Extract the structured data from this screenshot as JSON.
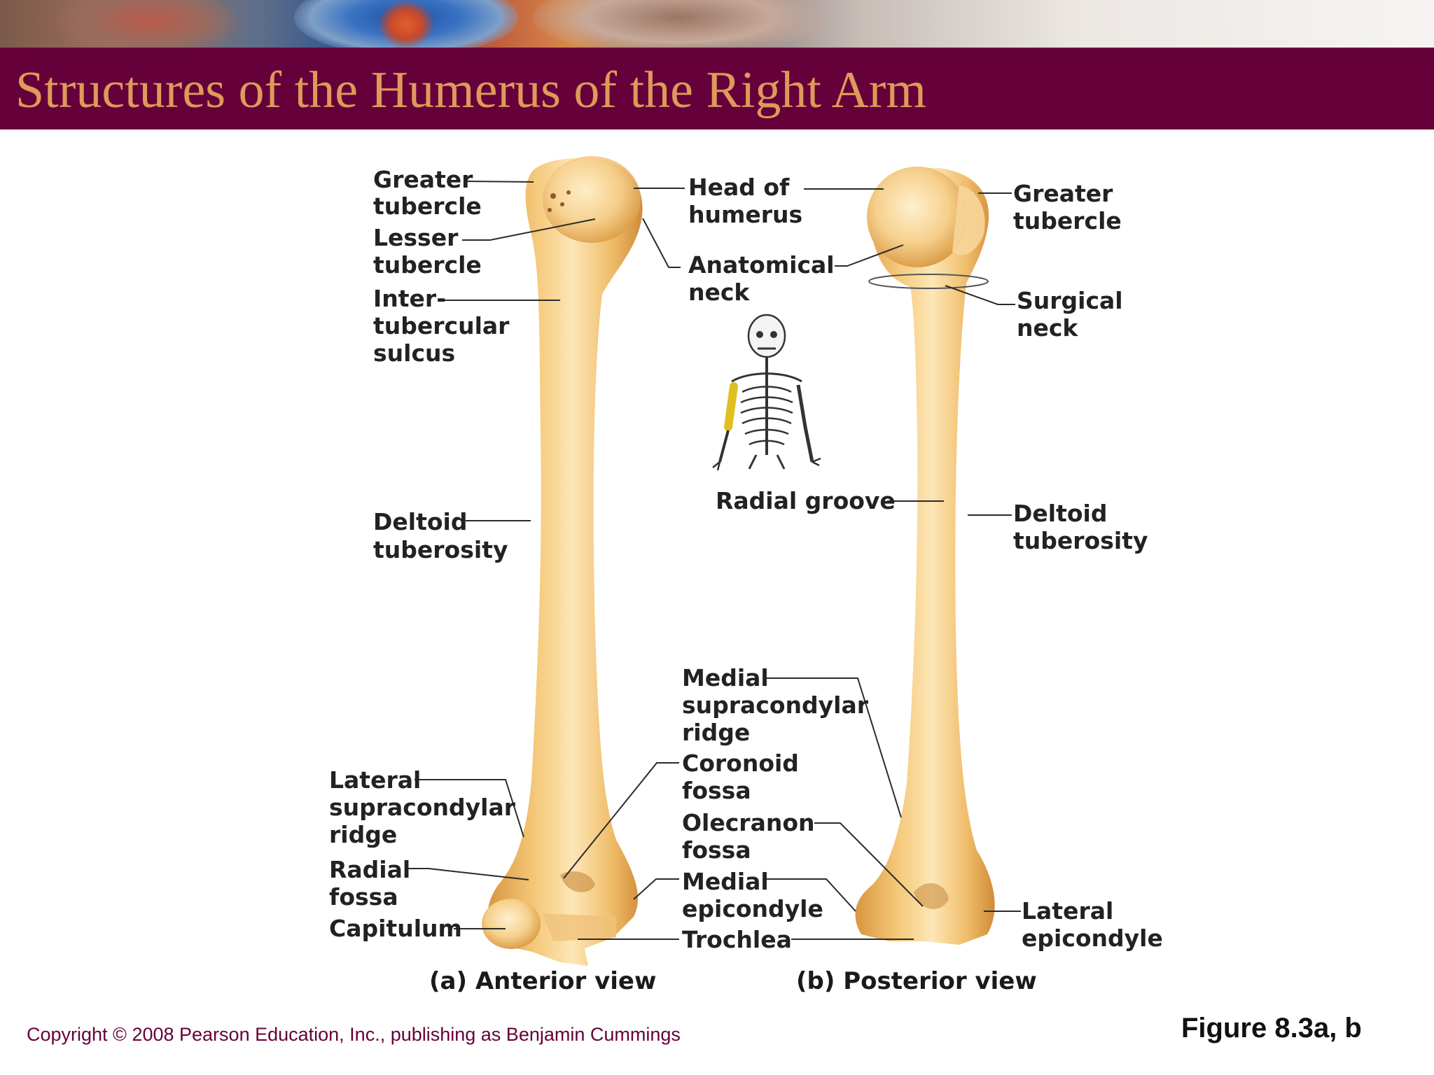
{
  "slide": {
    "title": "Structures of the Humerus of the Right Arm",
    "copyright": "Copyright © 2008 Pearson Education, Inc., publishing as Benjamin Cummings",
    "figure_number": "Figure 8.3a, b"
  },
  "colors": {
    "title_bar": "#66003a",
    "title_text": "#de9a5a",
    "bone": "#f2c271",
    "bone_highlight": "#fbe3b0",
    "highlighted_humerus": "#e8c21a"
  },
  "anterior": {
    "caption": "(a) Anterior view",
    "labels": {
      "greater_tubercle": [
        "Greater",
        "tubercle"
      ],
      "lesser_tubercle": [
        "Lesser",
        "tubercle"
      ],
      "intertubercular_sulcus": [
        "Inter-",
        "tubercular",
        "sulcus"
      ],
      "deltoid_tuberosity": [
        "Deltoid",
        "tuberosity"
      ],
      "lateral_supracondylar_ridge": [
        "Lateral",
        "supracondylar",
        "ridge"
      ],
      "radial_fossa": [
        "Radial",
        "fossa"
      ],
      "capitulum": [
        "Capitulum"
      ]
    }
  },
  "middle": {
    "labels": {
      "head_of_humerus": [
        "Head of",
        "humerus"
      ],
      "anatomical_neck": [
        "Anatomical",
        "neck"
      ],
      "radial_groove": [
        "Radial groove"
      ],
      "medial_supracondylar_ridge": [
        "Medial",
        "supracondylar",
        "ridge"
      ],
      "coronoid_fossa": [
        "Coronoid",
        "fossa"
      ],
      "olecranon_fossa": [
        "Olecranon",
        "fossa"
      ],
      "medial_epicondyle": [
        "Medial",
        "epicondyle"
      ],
      "trochlea": [
        "Trochlea"
      ]
    }
  },
  "posterior": {
    "caption": "(b) Posterior view",
    "labels": {
      "greater_tubercle": [
        "Greater",
        "tubercle"
      ],
      "surgical_neck": [
        "Surgical",
        "neck"
      ],
      "deltoid_tuberosity": [
        "Deltoid",
        "tuberosity"
      ],
      "lateral_epicondyle": [
        "Lateral",
        "epicondyle"
      ]
    }
  }
}
